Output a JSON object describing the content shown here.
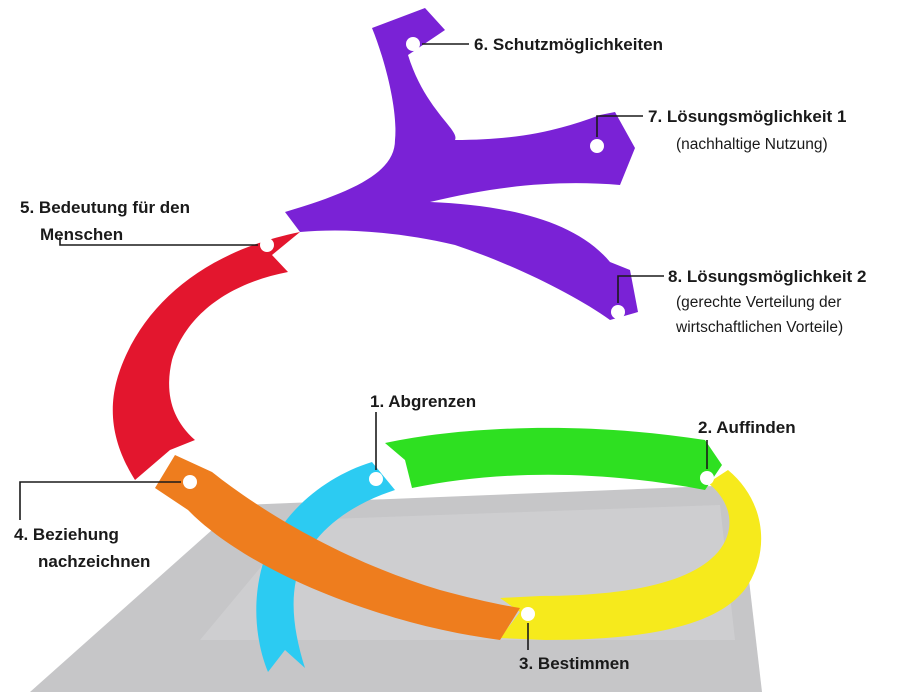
{
  "diagram": {
    "steps": [
      {
        "number": "1.",
        "title": "Abgrenzen",
        "color": "#2ccbf2"
      },
      {
        "number": "2.",
        "title": "Auffinden",
        "color": "#2ee021"
      },
      {
        "number": "3.",
        "title": "Bestimmen",
        "color": "#f6ea1c"
      },
      {
        "number": "4.",
        "title": "Beziehung",
        "title_line2": "nachzeichnen",
        "color": "#ee7d1e"
      },
      {
        "number": "5.",
        "title": "Bedeutung für den",
        "title_line2": "Menschen",
        "color": "#e3162e"
      },
      {
        "number": "6.",
        "title": "Schutzmöglichkeiten",
        "color": "#7a22d6"
      },
      {
        "number": "7.",
        "title": "Lösungsmöglichkeit 1",
        "subtitle": "(nachhaltige Nutzung)",
        "color": "#7a22d6"
      },
      {
        "number": "8.",
        "title": "Lösungsmöglichkeit 2",
        "subtitle": "(gerechte Verteilung der",
        "subtitle_line2": "wirtschaftlichen Vorteile)",
        "color": "#7a22d6"
      }
    ]
  }
}
